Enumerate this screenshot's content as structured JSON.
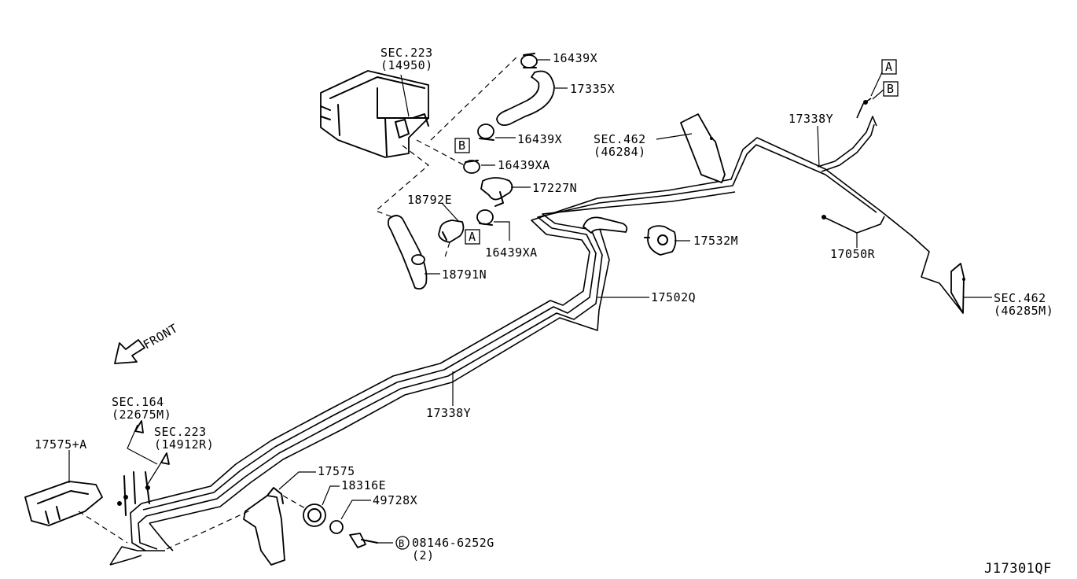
{
  "labels": {
    "sec223_top": "SEC.223",
    "sec223_top_code": "(14950)",
    "p16439x_1": "16439X",
    "p17335x": "17335X",
    "p16439x_2": "16439X",
    "p16439xa_1": "16439XA",
    "p17227n": "17227N",
    "p18792e": "18792E",
    "p16439xa_2": "16439XA",
    "p18791n": "18791N",
    "p17532m": "17532M",
    "p17502q": "17502Q",
    "sec462_a": "SEC.462",
    "sec462_a_code": "(46284)",
    "p17338y_top": "17338Y",
    "p17050r": "17050R",
    "sec462_b": "SEC.462",
    "sec462_b_code": "(46285M)",
    "front": "FRONT",
    "p17338y_mid": "17338Y",
    "sec164": "SEC.164",
    "sec164_code": "(22675M)",
    "sec223_bot": "SEC.223",
    "sec223_bot_code": "(14912R)",
    "p17575a": "17575+A",
    "p17575": "17575",
    "p18316e": "18316E",
    "p49728x": "49728X",
    "p08146": "08146-6252G",
    "p08146_qty": "(2)",
    "diagram_code": "J17301QF"
  },
  "ref_marks": {
    "a": "A",
    "b": "B",
    "bolt_b": "B"
  }
}
